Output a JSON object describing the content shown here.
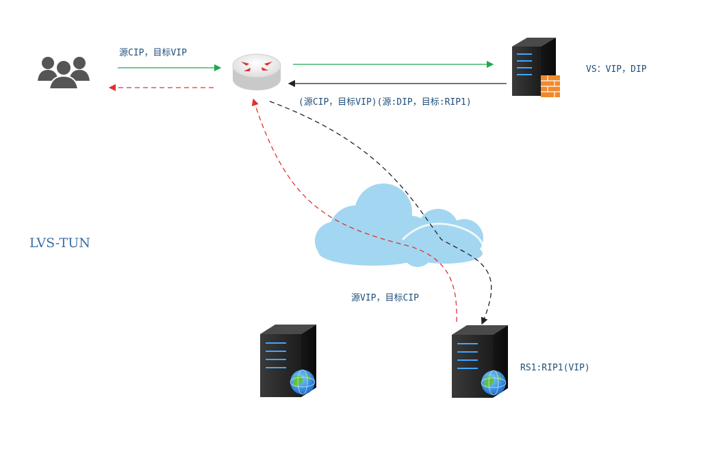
{
  "labels": {
    "client_to_router": "源CIP，目标VIP",
    "vs_info": "VS：VIP，DIP",
    "tunnel_packet": "(源CIP，目标VIP)(源:DIP，目标:RIP1)",
    "rs_reply": "源VIP，目标CIP",
    "rs1_info": "RS1:RIP1(VIP)",
    "title": "LVS-TUN"
  },
  "colors": {
    "request_arrow": "#1fa84f",
    "tunnel_arrow": "#222222",
    "reply_arrow": "#e0302f",
    "cloud": "#9fd3ef",
    "server": "#2b2b2b",
    "label_text": "#1f4e79"
  },
  "icons": [
    "users-icon",
    "router-icon",
    "firewall-server-icon",
    "cloud-icon",
    "web-server-icon"
  ]
}
